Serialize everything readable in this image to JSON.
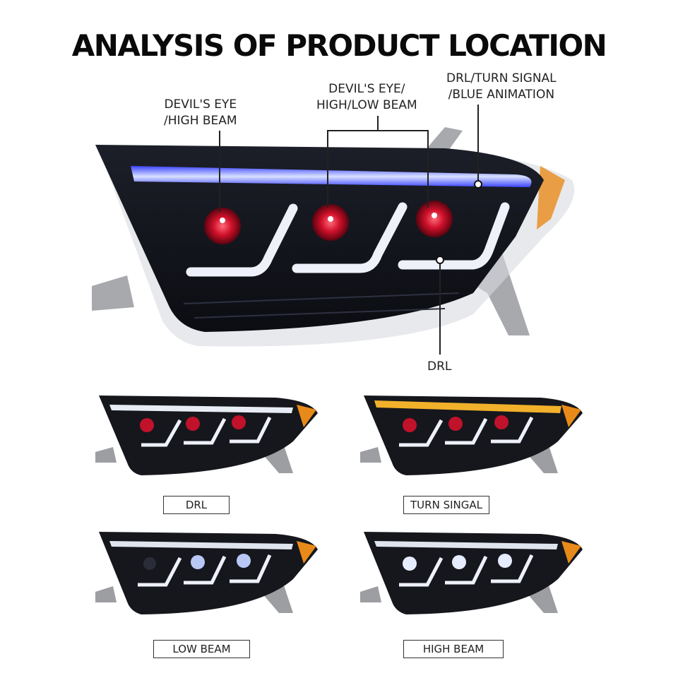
{
  "title": "ANALYSIS OF PRODUCT LOCATION",
  "callouts": [
    {
      "id": "devils-eye-high-beam",
      "text": "DEVIL'S EYE\n/HIGH BEAM"
    },
    {
      "id": "devils-eye-high-low-beam",
      "text": "DEVIL'S EYE/\nHIGH/LOW BEAM"
    },
    {
      "id": "drl-turn-signal-blue-animation",
      "text": "DRL/TURN SIGNAL\n/BLUE ANIMATION"
    },
    {
      "id": "drl",
      "text": "DRL"
    }
  ],
  "variants": [
    {
      "label": "DRL",
      "bar_color": "#e8ecf4",
      "eye_color": "#c0122a"
    },
    {
      "label": "TURN SINGAL",
      "bar_color": "#f2b12a",
      "eye_color": "#c0122a"
    },
    {
      "label": "LOW BEAM",
      "bar_color": "#dfe4ee",
      "eye_color": "#b9c7f5"
    },
    {
      "label": "HIGH BEAM",
      "bar_color": "#dfe4ee",
      "eye_color": "#e6ecff"
    }
  ],
  "colors": {
    "housing": "#15171c",
    "blue_drl": "#5a63ff",
    "red_eye": "#d0102a",
    "amber": "#e88a1a",
    "bracket": "#a7a9ad"
  }
}
